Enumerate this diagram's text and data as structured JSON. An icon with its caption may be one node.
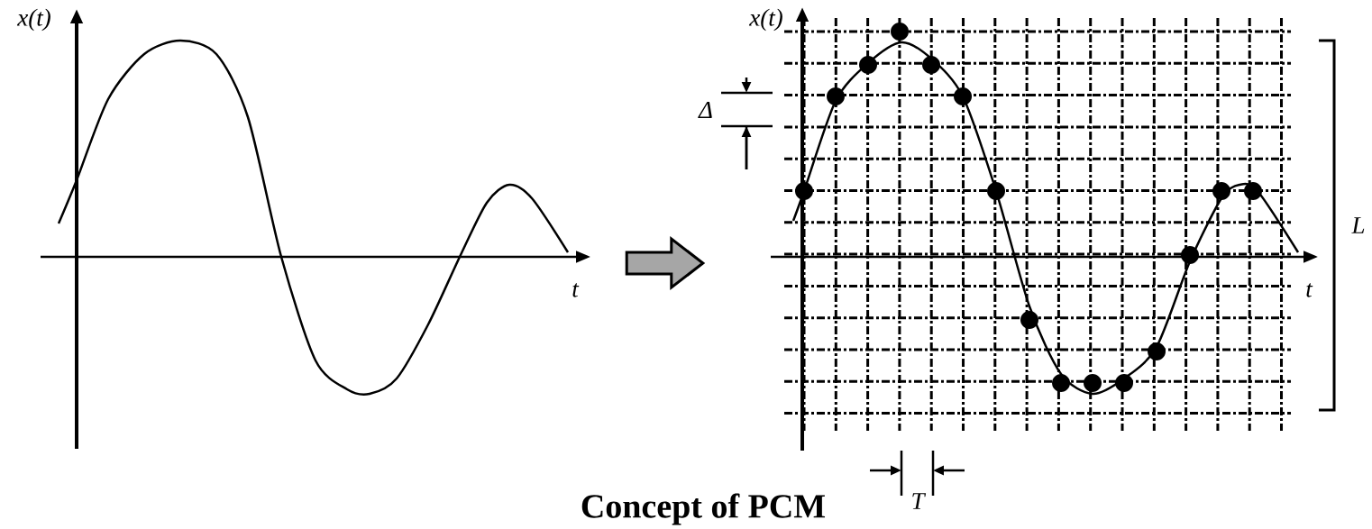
{
  "diagram": {
    "title": "Concept of PCM",
    "nodes": [
      {
        "text": [],
        "shape": "picture"
      },
      {
        "text": [],
        "shape": "picture"
      }
    ],
    "edges": [
      {
        "from": 0,
        "to": 1,
        "arrow": "to"
      }
    ],
    "labels": [
      "x(t)",
      "t",
      "x(t)",
      "t",
      "Δ",
      "L",
      "T"
    ]
  }
}
